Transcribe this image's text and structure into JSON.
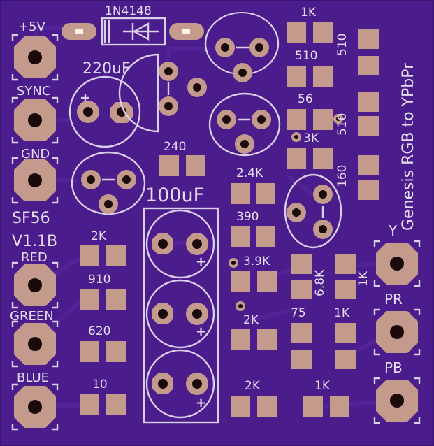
{
  "board": {
    "name": "SF56",
    "version": "V1.1B",
    "title": "Genesis RGB to YPbPr"
  },
  "left_connectors": {
    "p5v": "+5V",
    "sync": "SYNC",
    "gnd": "GND",
    "red": "RED",
    "green": "GREEN",
    "blue": "BLUE"
  },
  "right_connectors": {
    "y": "Y",
    "pr": "PR",
    "pb": "PB"
  },
  "capacitors": {
    "small": "220uF",
    "large": "100uF"
  },
  "diode": "1N4148",
  "resistors": {
    "r1k_top": "1K",
    "r510_a": "510",
    "r510_side1": "510",
    "r56": "56",
    "r510_side2": "510",
    "r3k": "3K",
    "r240": "240",
    "r160": "160",
    "r2_4k": "2.4K",
    "r390": "390",
    "r2k_left": "2K",
    "r3_9k": "3.9K",
    "r6_8k": "6.8K",
    "r1k_side": "1K",
    "r910": "910",
    "r75": "75",
    "r1k_mid": "1K",
    "r2k_mid": "2K",
    "r620": "620",
    "r10": "10",
    "r2k_bot": "2K",
    "r1k_bot": "1K"
  },
  "plus_sign": "+",
  "colors": {
    "board": "#4a1c8c",
    "copper": "#c39a8c",
    "silkscreen": "#d9cfe8"
  }
}
